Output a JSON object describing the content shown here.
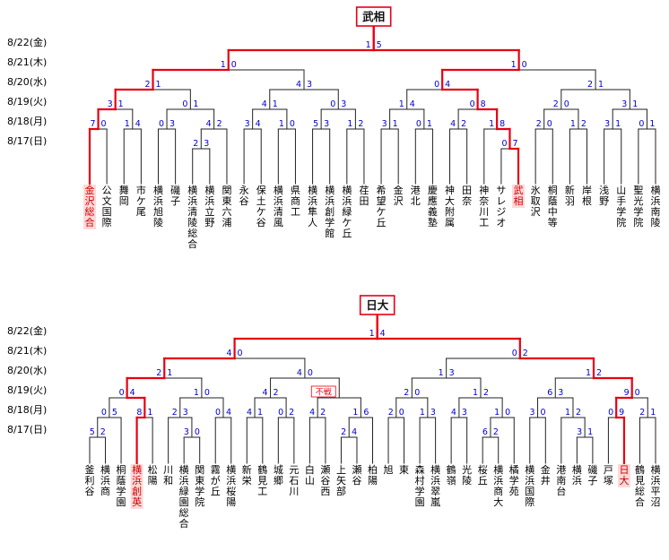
{
  "page": {
    "background": "#ffffff"
  },
  "colors": {
    "line": "#222222",
    "winner_path": "#e60012",
    "score": "#0000cc",
    "label": "#000000",
    "date": "#000000",
    "highlight_text": "#cc0000",
    "highlight_bg": "#ffd8d8",
    "box_border": "#e60012",
    "box_text": "#111111"
  },
  "brackets": [
    {
      "champion": "武相",
      "dates": [
        "8/22(金)",
        "8/21(木)",
        "8/20(水)",
        "8/19(火)",
        "8/18(月)",
        "8/17(日)"
      ],
      "teams": [
        "金沢総合",
        "公文国際",
        "舞岡",
        "市ケ尾",
        "横浜旭陵",
        "磯子",
        "横浜清陵総合",
        "横浜立野",
        "関東六浦",
        "永谷",
        "保土ケ谷",
        "横浜清風",
        "県商工",
        "横浜隼人",
        "横浜創学館",
        "横浜緑ケ丘",
        "荏田",
        "希望ケ丘",
        "金沢",
        "港北",
        "慶應義塾",
        "神大附属",
        "田奈",
        "神奈川工",
        "サレジオ",
        "武相",
        "氷取沢",
        "桐蔭中等",
        "新羽",
        "岸根",
        "浅野",
        "山手学院",
        "聖光学院",
        "横浜南陵"
      ],
      "highlighted": [
        0,
        25
      ],
      "finalists": [
        0,
        25
      ],
      "playins": [
        {
          "at": 6,
          "score": [
            2,
            3
          ]
        },
        {
          "at": 24,
          "score": [
            0,
            7
          ]
        }
      ],
      "rounds": [
        [
          [
            7,
            0
          ],
          [
            1,
            4
          ],
          [
            0,
            3
          ],
          [
            4,
            2
          ],
          [
            3,
            4
          ],
          [
            1,
            0
          ],
          [
            5,
            3
          ],
          [
            1,
            2
          ],
          [
            3,
            1
          ],
          [
            0,
            1
          ],
          [
            4,
            2
          ],
          [
            1,
            8
          ],
          [
            2,
            0
          ],
          [
            1,
            2
          ],
          [
            3,
            1
          ],
          [
            0,
            1
          ]
        ],
        [
          [
            3,
            1
          ],
          [
            0,
            1
          ],
          [
            4,
            1
          ],
          [
            0,
            3
          ],
          [
            1,
            4
          ],
          [
            0,
            8
          ],
          [
            2,
            0
          ],
          [
            3,
            1
          ]
        ],
        [
          [
            2,
            1
          ],
          [
            4,
            3
          ],
          [
            0,
            4
          ],
          [
            2,
            1
          ]
        ],
        [
          [
            1,
            0
          ],
          [
            1,
            0
          ]
        ],
        [
          [
            1,
            5
          ]
        ]
      ]
    },
    {
      "champion": "日大",
      "dates": [
        "8/22(金)",
        "8/21(木)",
        "8/20(水)",
        "8/19(火)",
        "8/18(月)",
        "8/17(日)"
      ],
      "teams": [
        "釜利谷",
        "横浜商",
        "桐蔭学園",
        "横浜創英",
        "松陽",
        "川和",
        "横浜緑園総合",
        "関東学院",
        "霧が丘",
        "横浜桜陽",
        "新栄",
        "鶴見工",
        "城郷",
        "元石川",
        "白山",
        "瀬谷西",
        "上矢部",
        "瀬谷",
        "柏陽",
        "旭",
        "東",
        "森村学園",
        "横浜翠嵐",
        "鶴嶺",
        "光陵",
        "桜丘",
        "横浜商大",
        "橘学苑",
        "横浜国際",
        "金井",
        "港南台",
        "横浜",
        "磯子",
        "戸塚",
        "日大",
        "鶴見総合",
        "横浜平沼"
      ],
      "highlighted": [
        3,
        34
      ],
      "finalists": [
        3,
        34
      ],
      "playins": [
        {
          "at": 0,
          "score": [
            5,
            2
          ]
        },
        {
          "at": 6,
          "score": [
            3,
            0
          ]
        },
        {
          "at": 16,
          "score": [
            2,
            4
          ]
        },
        {
          "at": 25,
          "score": [
            6,
            2
          ]
        },
        {
          "at": 31,
          "score": [
            3,
            1
          ]
        }
      ],
      "rounds": [
        [
          [
            0,
            5
          ],
          [
            8,
            1
          ],
          [
            2,
            3
          ],
          [
            0,
            4
          ],
          [
            4,
            1
          ],
          [
            0,
            2
          ],
          [
            4,
            2
          ],
          [
            1,
            6
          ],
          [
            2,
            0
          ],
          [
            1,
            3
          ],
          [
            4,
            3
          ],
          [
            1,
            0
          ],
          [
            3,
            0
          ],
          [
            1,
            2
          ],
          [
            0,
            9
          ],
          [
            2,
            1
          ]
        ],
        [
          [
            0,
            4
          ],
          [
            1,
            0
          ],
          [
            4,
            2
          ],
          "不戦",
          [
            2,
            0
          ],
          [
            1,
            2
          ],
          [
            6,
            3
          ],
          [
            9,
            0
          ]
        ],
        [
          [
            2,
            1
          ],
          [
            4,
            0
          ],
          [
            1,
            3
          ],
          [
            1,
            2
          ]
        ],
        [
          [
            4,
            0
          ],
          [
            0,
            2
          ]
        ],
        [
          [
            1,
            4
          ]
        ]
      ]
    }
  ]
}
